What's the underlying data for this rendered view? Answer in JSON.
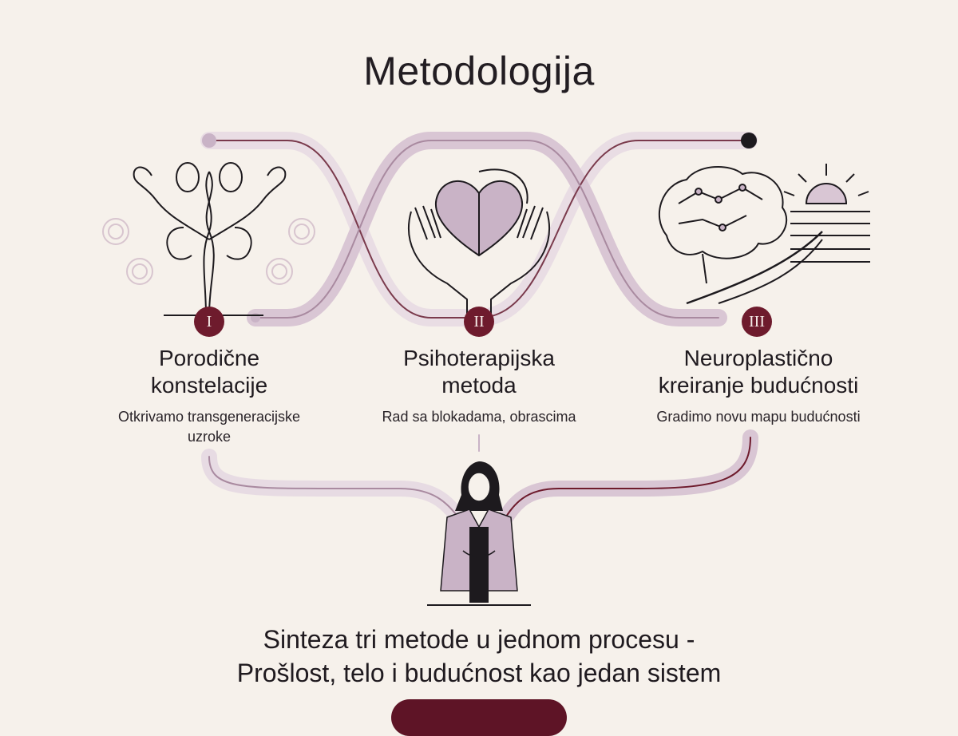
{
  "title": "Metodologija",
  "steps": [
    {
      "numeral": "I",
      "name_line1": "Porodične",
      "name_line2": "konstelacije",
      "desc_line1": "Otkrivamo transgeneracijske",
      "desc_line2": "uzroke",
      "icon": "family-tree-faces-icon"
    },
    {
      "numeral": "II",
      "name_line1": "Psihoterapijska",
      "name_line2": "metoda",
      "desc_line1": "Rad sa blokadama, obrascima",
      "desc_line2": "",
      "icon": "heart-in-hands-icon"
    },
    {
      "numeral": "III",
      "name_line1": "Neuroplastično",
      "name_line2": "kreiranje budućnosti",
      "desc_line1": "Gradimo novu mapu budućnosti",
      "desc_line2": "",
      "icon": "brain-sunrise-icon"
    }
  ],
  "synthesis": {
    "line1": "Sinteza tri metode u jednom procesu -",
    "line2": "Prošlost, telo i budućnost kao jedan sistem"
  },
  "cta_label": "",
  "colors": {
    "accent": "#6e1b2d",
    "ribbon": "#c9b3c6",
    "ribbon_light": "#e7dbe3",
    "background": "#f6f1eb"
  }
}
